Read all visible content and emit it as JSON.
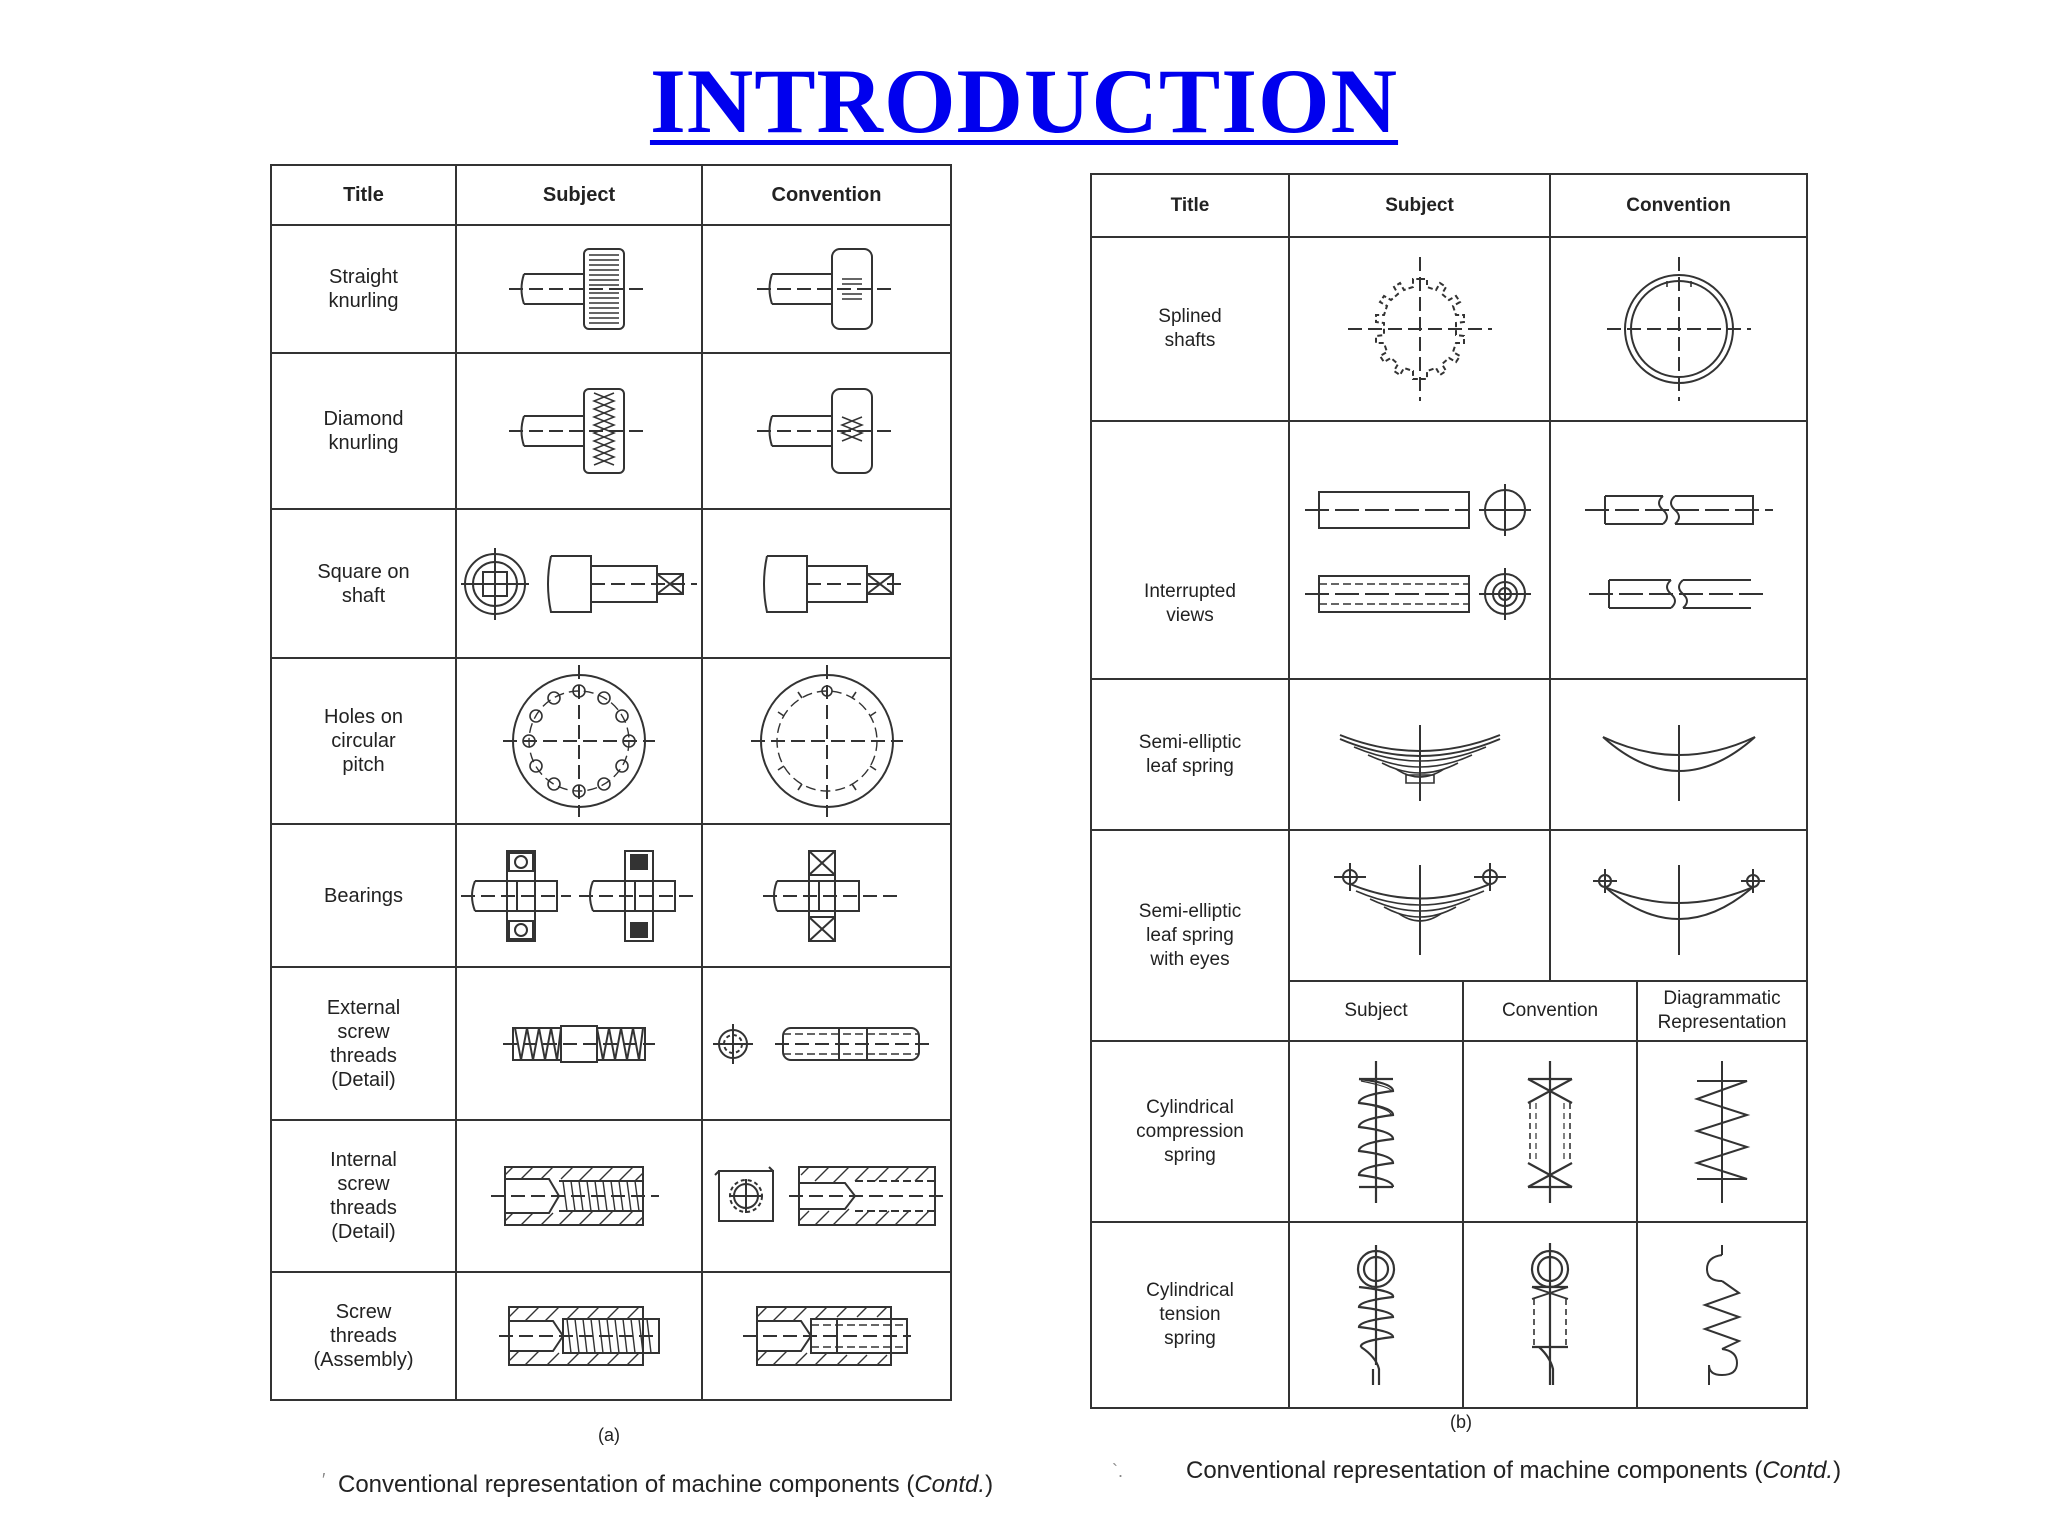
{
  "title": "INTRODUCTION",
  "table_a": {
    "headers": [
      "Title",
      "Subject",
      "Convention"
    ],
    "rows": [
      {
        "title": "Straight\nknurling",
        "subject_icon": "straight-knurling-subject-icon",
        "convention_icon": "straight-knurling-convention-icon"
      },
      {
        "title": "Diamond\nknurling",
        "subject_icon": "diamond-knurling-subject-icon",
        "convention_icon": "diamond-knurling-convention-icon"
      },
      {
        "title": "Square on\nshaft",
        "subject_icon": "square-on-shaft-subject-icon",
        "convention_icon": "square-on-shaft-convention-icon"
      },
      {
        "title": "Holes on\ncircular\npitch",
        "subject_icon": "holes-circular-pitch-subject-icon",
        "convention_icon": "holes-circular-pitch-convention-icon"
      },
      {
        "title": "Bearings",
        "subject_icon": "bearings-subject-icon",
        "convention_icon": "bearings-convention-icon"
      },
      {
        "title": "External\nscrew\nthreads\n(Detail)",
        "subject_icon": "external-threads-subject-icon",
        "convention_icon": "external-threads-convention-icon"
      },
      {
        "title": "Internal\nscrew\nthreads\n(Detail)",
        "subject_icon": "internal-threads-subject-icon",
        "convention_icon": "internal-threads-convention-icon"
      },
      {
        "title": "Screw\nthreads\n(Assembly)",
        "subject_icon": "screw-assembly-subject-icon",
        "convention_icon": "screw-assembly-convention-icon"
      }
    ],
    "label": "(a)",
    "caption_prefix": "Conventional representation of machine components (",
    "caption_italic": "Contd.",
    "caption_suffix": ")"
  },
  "table_b": {
    "headers": [
      "Title",
      "Subject",
      "Convention"
    ],
    "rows": [
      {
        "title": "Splined\nshafts"
      },
      {
        "title": "Interrupted\nviews"
      },
      {
        "title": "Semi-elliptic\nleaf spring"
      },
      {
        "title": "Semi-elliptic\nleaf spring\nwith eyes"
      },
      {
        "title": "Cylindrical\ncompression\nspring"
      },
      {
        "title": "Cylindrical\ntension\nspring"
      }
    ],
    "sub_headers": [
      "Subject",
      "Convention",
      "Diagrammatic\nRepresentation"
    ],
    "label": "(b)",
    "caption_prefix": "Conventional representation of machine components (",
    "caption_italic": "Contd.",
    "caption_suffix": ")"
  }
}
